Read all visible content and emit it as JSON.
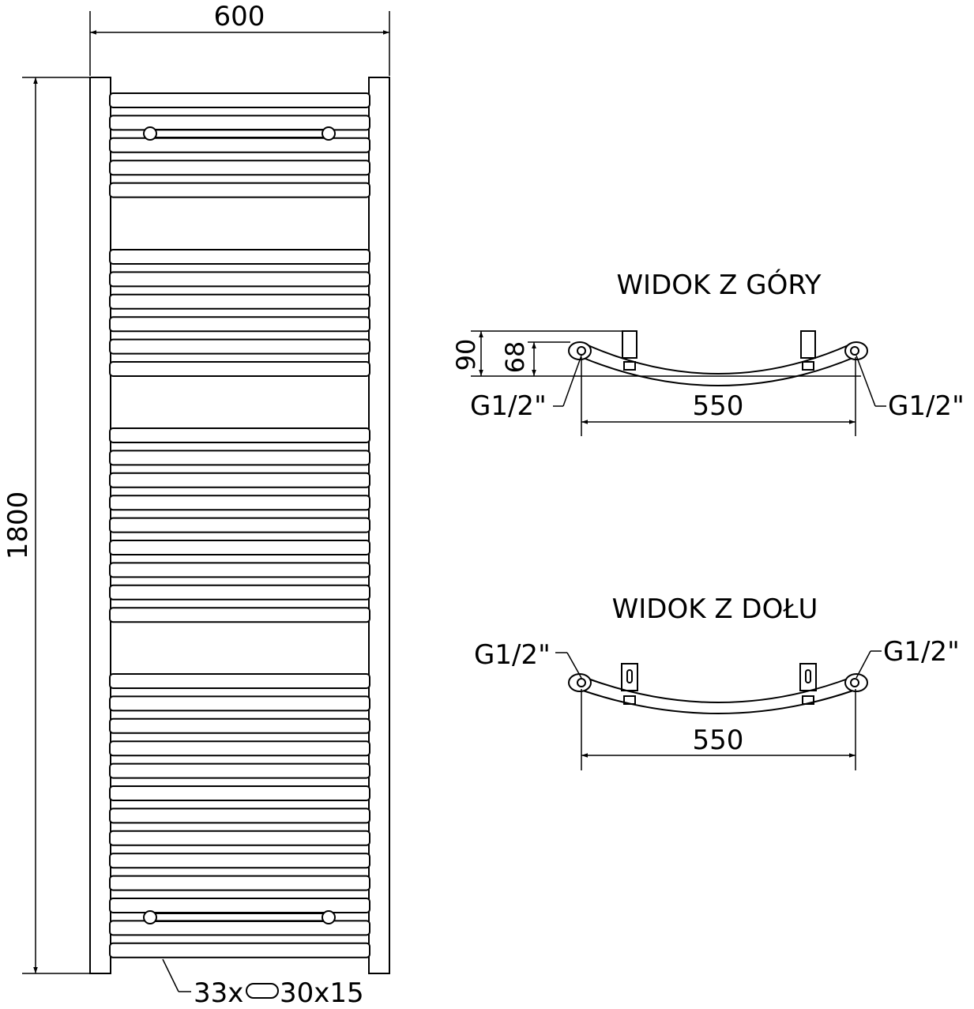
{
  "front_view": {
    "width_label": "600",
    "height_label": "1800",
    "tube_note_count": "33x",
    "tube_note_size": "30x15",
    "bar_groups": [
      5,
      6,
      9,
      13
    ]
  },
  "top_view": {
    "title": "WIDOK Z GÓRY",
    "depth_outer": "90",
    "depth_inner": "68",
    "spacing": "550",
    "conn_left": "G1/2\"",
    "conn_right": "G1/2\""
  },
  "bottom_view": {
    "title": "WIDOK Z DOŁU",
    "spacing": "550",
    "conn_left": "G1/2\"",
    "conn_right": "G1/2\""
  }
}
